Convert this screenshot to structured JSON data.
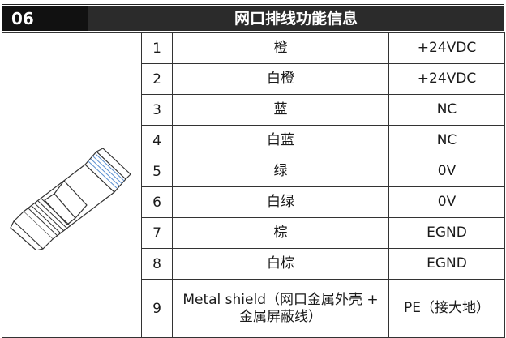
{
  "section_number": "06",
  "title": "网口排线功能信息",
  "connector_icon": "rj45-connector-icon",
  "rows": [
    {
      "pin": "1",
      "wire": "橙",
      "signal": "+24VDC"
    },
    {
      "pin": "2",
      "wire": "白橙",
      "signal": "+24VDC"
    },
    {
      "pin": "3",
      "wire": "蓝",
      "signal": "NC"
    },
    {
      "pin": "4",
      "wire": "白蓝",
      "signal": "NC"
    },
    {
      "pin": "5",
      "wire": "绿",
      "signal": "0V"
    },
    {
      "pin": "6",
      "wire": "白绿",
      "signal": "0V"
    },
    {
      "pin": "7",
      "wire": "棕",
      "signal": "EGND"
    },
    {
      "pin": "8",
      "wire": "白棕",
      "signal": "EGND"
    },
    {
      "pin": "9",
      "wire": "Metal shield（网口金属外壳 + 金属屏蔽线）",
      "signal": "PE（接大地）"
    }
  ]
}
